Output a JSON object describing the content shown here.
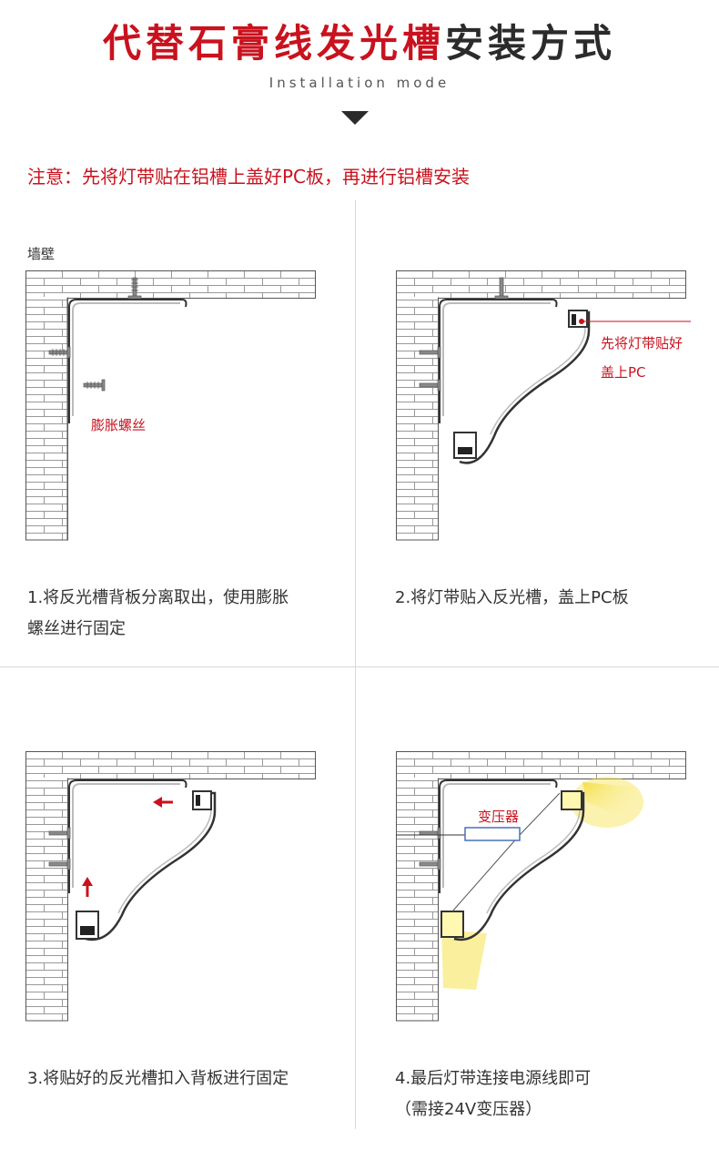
{
  "header": {
    "title_red": "代替石膏线发光槽",
    "title_dark": "安装方式",
    "subtitle": "Installation mode"
  },
  "note": "注意：先将灯带贴在铝槽上盖好PC板，再进行铝槽安装",
  "wall_label": "墙壁",
  "steps": [
    {
      "caption_line1": "1.将反光槽背板分离取出，使用膨胀",
      "caption_line2": "螺丝进行固定",
      "label": "膨胀螺丝"
    },
    {
      "caption_line1": "2.将灯带贴入反光槽，盖上PC板",
      "label_line1": "先将灯带贴好",
      "label_line2": "盖上PC"
    },
    {
      "caption_line1": "3.将贴好的反光槽扣入背板进行固定"
    },
    {
      "caption_line1": "4.最后灯带连接电源线即可",
      "caption_line2": "（需接24V变压器）",
      "label": "变压器"
    }
  ],
  "colors": {
    "accent": "#c9121e",
    "text": "#333333",
    "light": "#f5e04a"
  }
}
